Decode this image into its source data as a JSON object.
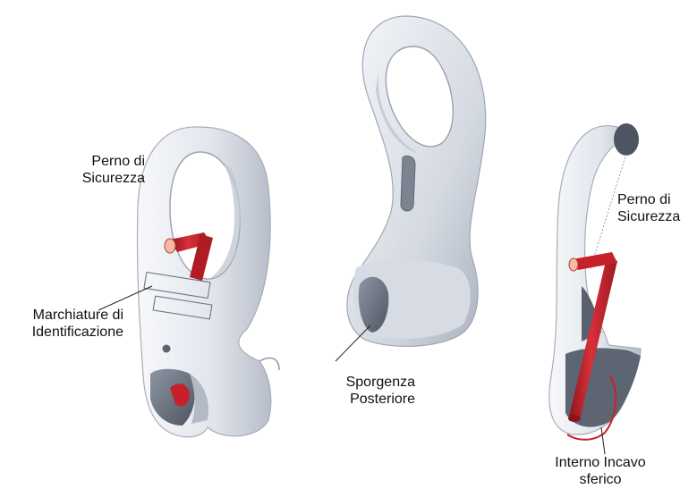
{
  "labels": {
    "safety_pin_left": {
      "line1": "Perno di",
      "line2": "Sicurezza"
    },
    "id_markings": {
      "line1": "Marchiature di",
      "line2": "Identificazione"
    },
    "rear_projection": {
      "line1": "Sporgenza",
      "line2": "Posteriore"
    },
    "safety_pin_right": {
      "line1": "Perno di",
      "line2": "Sicurezza"
    },
    "spherical_recess": {
      "line1": "Interno Incavo",
      "line2": "sferico"
    }
  },
  "colors": {
    "metal_light": "#eef0f4",
    "metal_mid": "#c9ced8",
    "metal_dark": "#8e95a3",
    "cavity_dark": "#4e5562",
    "pin_red": "#c8202a",
    "pin_dark": "#8e141b",
    "pin_end": "#f6b9a6",
    "leader": "#222222"
  }
}
